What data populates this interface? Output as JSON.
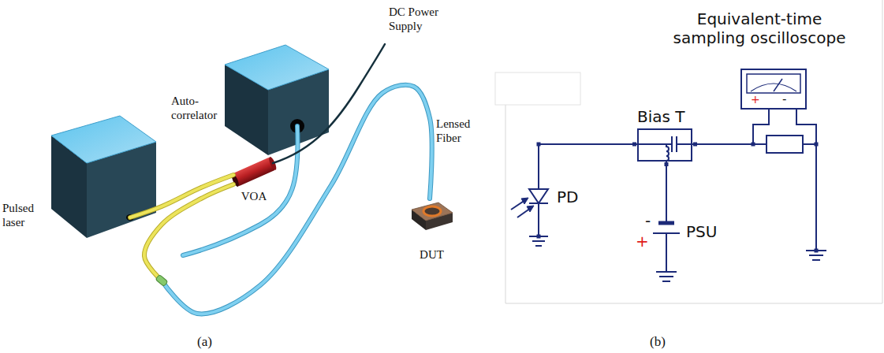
{
  "diagram": {
    "nodes": [
      {
        "text": [
          "Pulsed laser"
        ]
      },
      {
        "text": [
          "Auto-correlator"
        ]
      },
      {
        "text": [
          "VOA"
        ]
      },
      {
        "text": [
          "DUT"
        ]
      },
      {
        "text": [
          "Bias T"
        ]
      },
      {
        "text": [
          "Equivalent-time sampling oscilloscope"
        ]
      }
    ],
    "edges": [
      {
        "from": 0,
        "to": 2,
        "arrow": "none"
      },
      {
        "from": 2,
        "to": 3,
        "arrow": "none"
      },
      {
        "from": 4,
        "to": 5,
        "arrow": "none"
      }
    ],
    "labels": [
      "DC Power Supply",
      "Lensed Fiber",
      "+",
      "-",
      "PD",
      "-",
      "PSU",
      "+",
      "(a)",
      "(b)"
    ]
  }
}
